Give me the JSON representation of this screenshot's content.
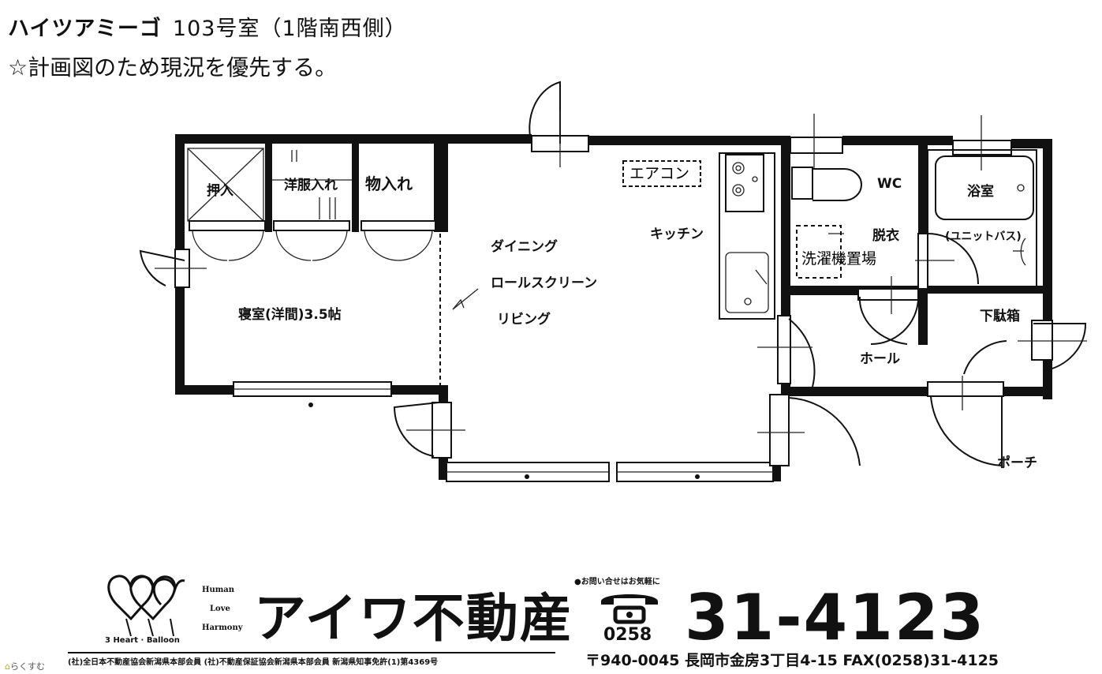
{
  "header": {
    "building": "ハイツアミーゴ",
    "room": "103号室（1階南西側）",
    "note": "☆計画図のため現況を優先する。"
  },
  "rooms": {
    "oshiire": "押入",
    "youfukuire": "洋服入れ",
    "monoire": "物入れ",
    "aircon": "エアコン",
    "kitchen": "キッチン",
    "wc": "WC",
    "bath": "浴室",
    "unitbath": "(ユニットバス)",
    "datsui": "脱衣",
    "washer": "洗濯機置場",
    "dining": "ダイニング",
    "rollscreen": "ロールスクリーン",
    "living": "リビング",
    "bedroom": "寝室(洋間)3.5帖",
    "hall": "ホール",
    "getabako": "下駄箱",
    "porch": "ポーチ"
  },
  "footer": {
    "logo_tag": "3 Heart · Balloon",
    "tagline": [
      "Human",
      "Love",
      "Harmony"
    ],
    "company": "アイワ不動産",
    "associations": "(社)全日本不動産協会新潟県本部会員 (社)不動産保証協会新潟県本部会員 新潟県知事免許(1)第4369号",
    "contact_note": "●お問い合せはお気軽に",
    "area_code": "0258",
    "phone": "31-4123",
    "address": "〒940-0045 長岡市金房3丁目4-15 FAX(0258)31-4125"
  },
  "watermark": {
    "icon": "house-icon",
    "text": "らくすむ"
  }
}
